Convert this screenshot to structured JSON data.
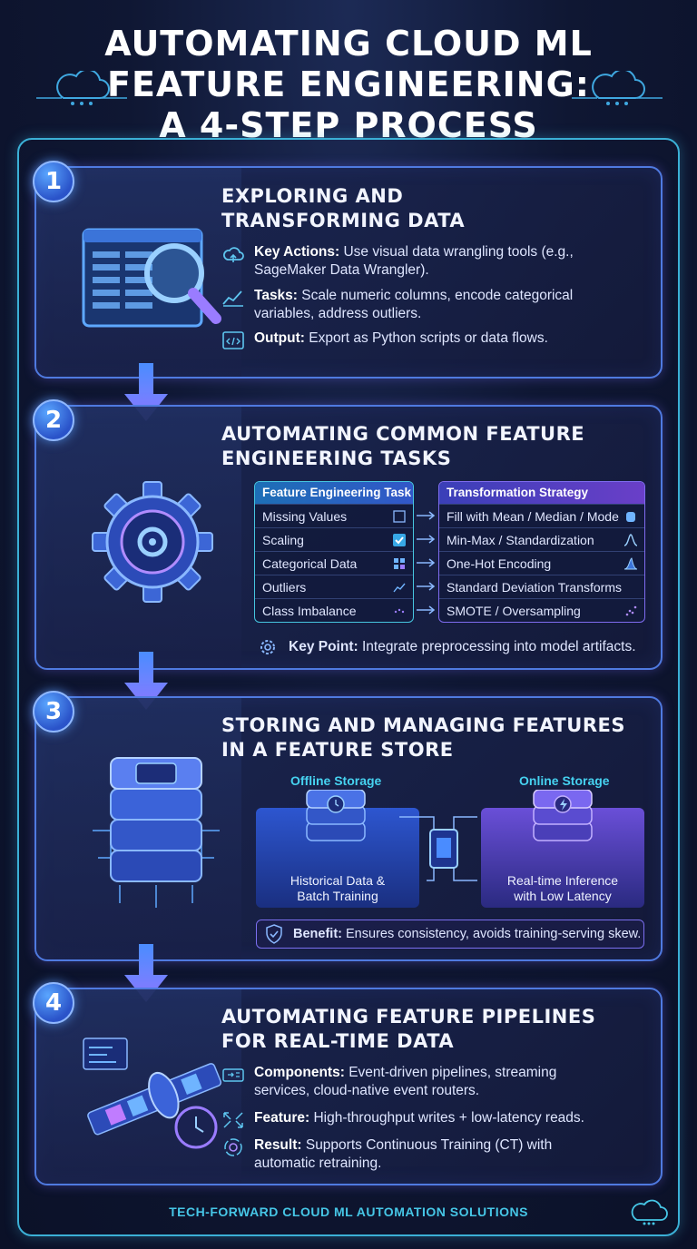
{
  "title": {
    "line1": "AUTOMATING CLOUD ML",
    "line2": "FEATURE ENGINEERING:",
    "line3": "A 4-STEP PROCESS"
  },
  "colors": {
    "accent_cyan": "#46c6e6",
    "accent_purple": "#7f6cf0",
    "badge_blue": "#2a53c9",
    "background": "#0f1733"
  },
  "steps": [
    {
      "number": "1",
      "title_line1": "EXPLORING AND",
      "title_line2": "TRANSFORMING DATA",
      "icon": "magnifier-data-icon",
      "bullets": [
        {
          "icon": "cloud-upload-icon",
          "label": "Key Actions:",
          "text": " Use visual data wrangling tools (e.g., SageMaker Data Wrangler)."
        },
        {
          "icon": "chart-trend-icon",
          "label": "Tasks:",
          "text": " Scale numeric columns, encode categorical variables, address outliers."
        },
        {
          "icon": "code-window-icon",
          "label": "Output:",
          "text": " Export as Python scripts or data flows."
        }
      ]
    },
    {
      "number": "2",
      "title_line1": "AUTOMATING COMMON FEATURE",
      "title_line2": "ENGINEERING TASKS",
      "icon": "gear-icon",
      "table": {
        "left_header": "Feature Engineering Task",
        "right_header": "Transformation Strategy",
        "rows": [
          {
            "task": "Missing Values",
            "strategy": "Fill with Mean / Median / Mode"
          },
          {
            "task": "Scaling",
            "strategy": "Min-Max / Standardization"
          },
          {
            "task": "Categorical Data",
            "strategy": "One-Hot Encoding"
          },
          {
            "task": "Outliers",
            "strategy": "Standard Deviation Transforms"
          },
          {
            "task": "Class Imbalance",
            "strategy": "SMOTE / Oversampling"
          }
        ]
      },
      "key_point": {
        "icon": "gear-small-icon",
        "label": "Key Point:",
        "text": " Integrate preprocessing into model artifacts."
      }
    },
    {
      "number": "3",
      "title_line1": "STORING AND MANAGING FEATURES",
      "title_line2": "IN A FEATURE STORE",
      "icon": "database-stack-icon",
      "offline": {
        "label": "Offline Storage",
        "text_line1": "Historical Data &",
        "text_line2": "Batch Training"
      },
      "online": {
        "label": "Online Storage",
        "text_line1": "Real-time Inference",
        "text_line2": "with Low Latency"
      },
      "benefit": {
        "icon": "shield-check-icon",
        "label": "Benefit:",
        "text": " Ensures consistency, avoids training-serving skew."
      }
    },
    {
      "number": "4",
      "title_line1": "AUTOMATING FEATURE PIPELINES",
      "title_line2": "FOR REAL-TIME DATA",
      "icon": "pipeline-clock-icon",
      "bullets": [
        {
          "icon": "router-icon",
          "label": "Components:",
          "text": " Event-driven pipelines, streaming services, cloud-native event routers."
        },
        {
          "icon": "throughput-arrows-icon",
          "label": "Feature:",
          "text": " High-throughput writes + low-latency reads."
        },
        {
          "icon": "brain-cycle-icon",
          "label": "Result:",
          "text": " Supports Continuous Training (CT) with automatic retraining."
        }
      ]
    }
  ],
  "footer": "TECH-FORWARD CLOUD ML AUTOMATION SOLUTIONS"
}
